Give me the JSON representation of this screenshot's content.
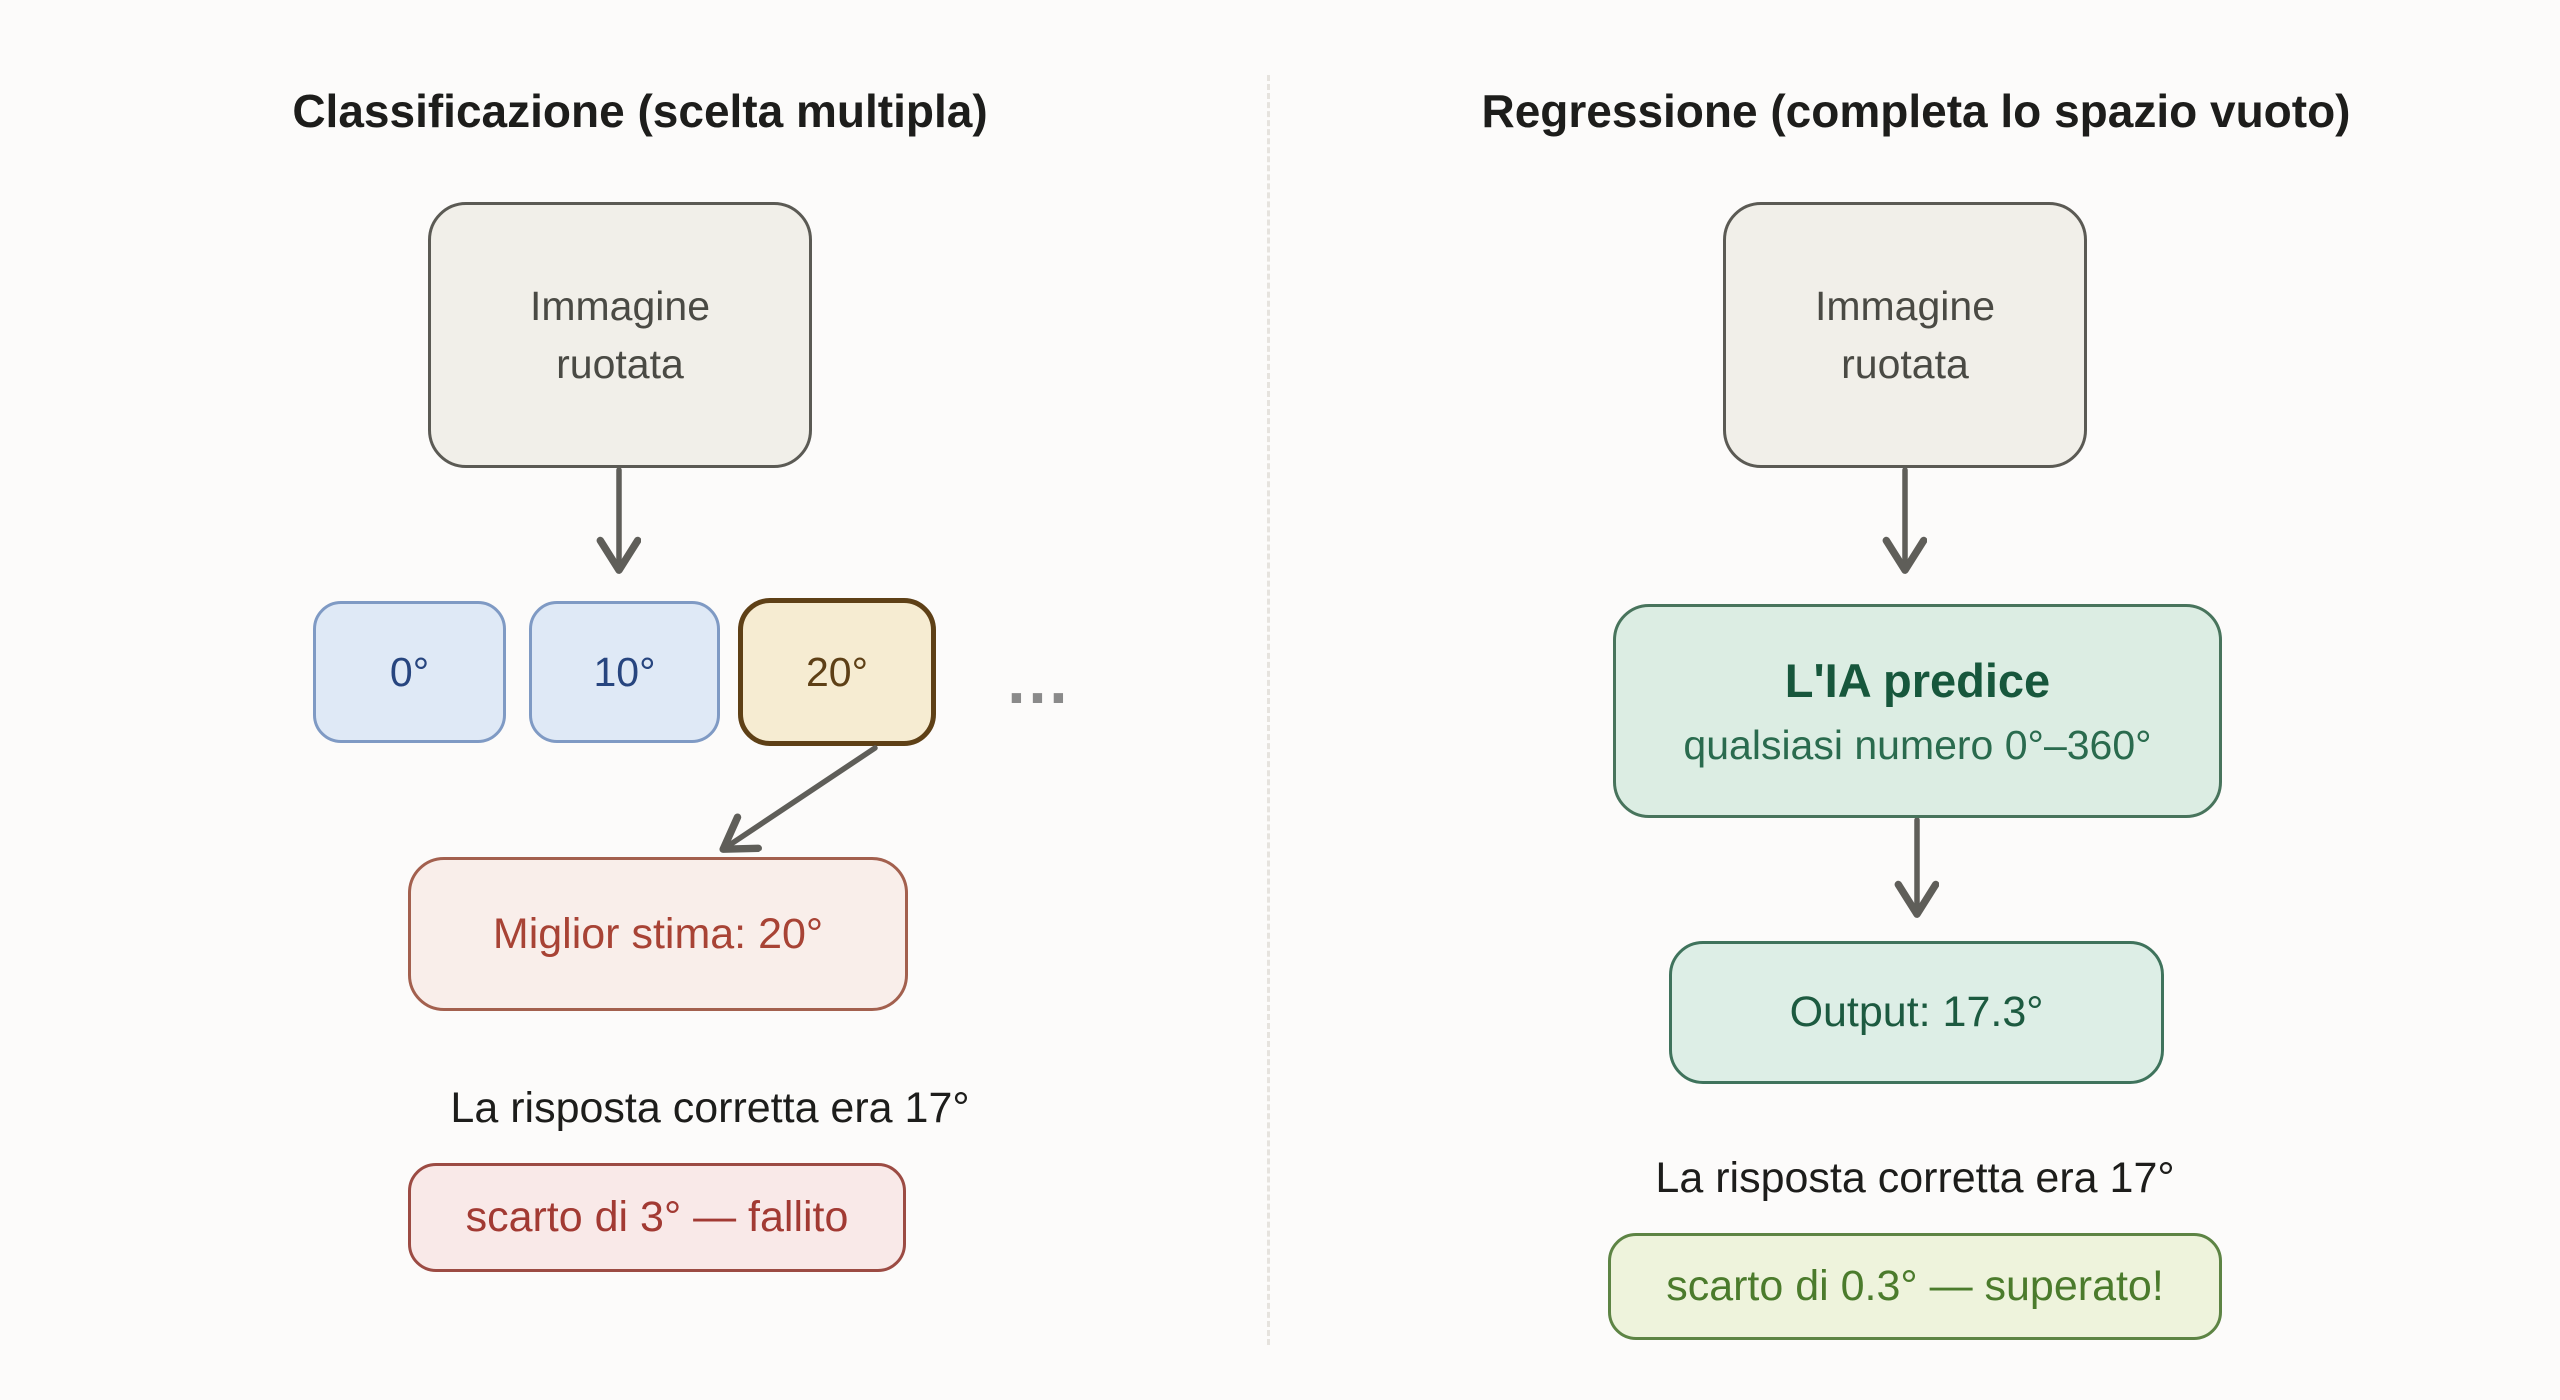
{
  "left_panel": {
    "title": "Classificazione (scelta multipla)",
    "input_box": "Immagine\nruotata",
    "options": [
      {
        "label": "0°",
        "state": "normal"
      },
      {
        "label": "10°",
        "state": "normal"
      },
      {
        "label": "20°",
        "state": "selected"
      }
    ],
    "ellipsis": "…",
    "best_guess": "Miglior stima: 20°",
    "caption": "La risposta corretta era 17°",
    "result": "scarto di 3° — fallito"
  },
  "right_panel": {
    "title": "Regressione (completa lo spazio vuoto)",
    "input_box": "Immagine\nruotata",
    "predict_box": {
      "line1": "L'IA predice",
      "line2": "qualsiasi numero 0°–360°"
    },
    "output": "Output: 17.3°",
    "caption": "La risposta corretta era 17°",
    "result": "scarto di 0.3° — superato!"
  },
  "colors": {
    "background": "#fcfbfa",
    "divider": "#e6e3de",
    "arrow": "#5f5e59",
    "neutral_box_fill": "#f1efe9",
    "neutral_box_border": "#5b5a54",
    "neutral_box_text": "#4a4a44",
    "option_fill": "#dfe9f6",
    "option_border": "#7f9ac4",
    "option_text": "#27457f",
    "selected_option_fill": "#f6ecd2",
    "selected_option_border": "#5e4016",
    "estimate_fill": "#f9eeea",
    "estimate_border": "#a3604e",
    "estimate_text": "#a84335",
    "fail_fill": "#f9e9e8",
    "fail_border": "#9c4b43",
    "fail_text": "#a23a33",
    "predict_fill": "#dcede3",
    "predict_border": "#48745c",
    "predict_title_text": "#17573c",
    "predict_subtitle_text": "#2a6b4e",
    "output_fill": "#ddeee6",
    "output_border": "#3f735c",
    "output_text": "#1c5a40",
    "pass_fill": "#eef3dc",
    "pass_border": "#5d8444",
    "pass_text": "#4b7b2c"
  }
}
